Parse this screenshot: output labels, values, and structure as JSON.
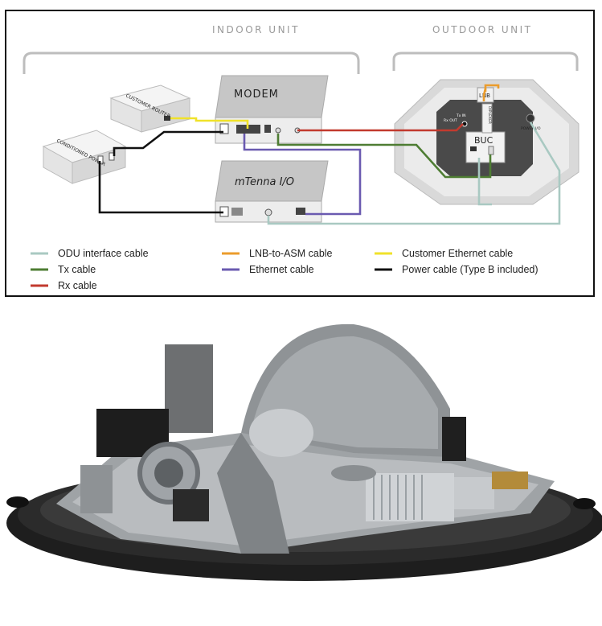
{
  "diagram": {
    "sections": {
      "indoor": "INDOOR UNIT",
      "outdoor": "OUTDOOR UNIT"
    },
    "devices": {
      "modem": "MODEM",
      "mtenna": "mTenna I/O",
      "router": "CUSTOMER ROUTER",
      "power": "CONDITIONED POWER",
      "buc": "BUC",
      "lnb": "LNB",
      "diplexer": "DIPLEXER",
      "rx_out": "Rx OUT",
      "tx_in": "Tx IN",
      "power_i_o": "POWER I/O"
    },
    "legend": [
      {
        "label": "ODU interface cable",
        "color": "#a9c9c2"
      },
      {
        "label": "Tx cable",
        "color": "#4e7d33"
      },
      {
        "label": "Rx cable",
        "color": "#c23a2e"
      },
      {
        "label": "LNB-to-ASM cable",
        "color": "#eb9c2c"
      },
      {
        "label": "Ethernet cable",
        "color": "#6a5ab0"
      },
      {
        "label": "Customer Ethernet cable",
        "color": "#f0e22a"
      },
      {
        "label": "Power cable (Type B included)",
        "color": "#111111"
      }
    ]
  },
  "photo": {
    "icon": "satellite-antenna-assembly-photo"
  }
}
